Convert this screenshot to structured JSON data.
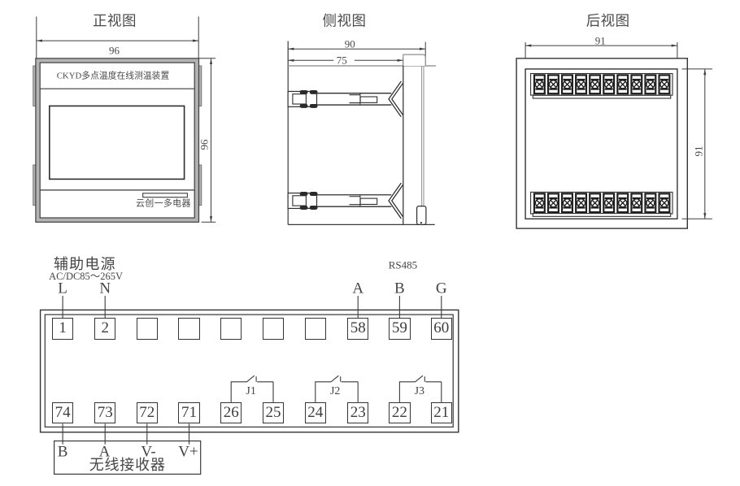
{
  "colors": {
    "background": "#ffffff",
    "line": "#343434",
    "dimension": "#3d3d3d",
    "gray_fill": "#b3b3b3",
    "gray_line": "#8f8f8f"
  },
  "views": {
    "front": {
      "title": "正视图",
      "dim_width": "96",
      "dim_height": "96",
      "header": "CKYD多点温度在线测温装置",
      "brand": "云创一多电器"
    },
    "side": {
      "title": "侧视图",
      "dim_total_depth": "90",
      "dim_case_depth": "75"
    },
    "rear": {
      "title": "后视图",
      "dim_width": "91",
      "dim_height": "91"
    }
  },
  "wiring": {
    "aux_power": {
      "label": "辅助电源",
      "range": "AC/DC85～265V",
      "pins": [
        "L",
        "N"
      ]
    },
    "rs485": {
      "label": "RS485",
      "pins": [
        "A",
        "B",
        "G"
      ]
    },
    "relays": [
      {
        "label": "J1"
      },
      {
        "label": "J2"
      },
      {
        "label": "J3"
      }
    ],
    "receiver": {
      "label": "无线接收器",
      "pins": [
        "B",
        "A",
        "V-",
        "V+"
      ]
    },
    "terminals_top": [
      "1",
      "2",
      "",
      "",
      "",
      "",
      "",
      "58",
      "59",
      "60"
    ],
    "terminals_bottom": [
      "74",
      "73",
      "72",
      "71",
      "26",
      "25",
      "24",
      "23",
      "22",
      "21"
    ]
  }
}
